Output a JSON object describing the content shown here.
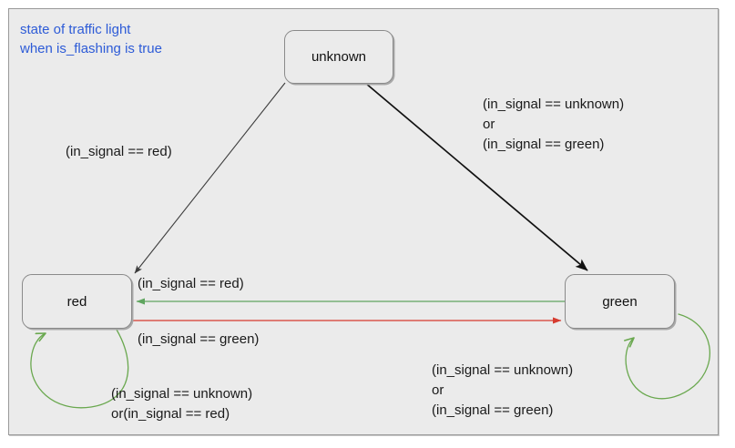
{
  "diagram": {
    "caption": "state of traffic light\nwhen is_flashing is true",
    "caption_color": "#2d5bd7",
    "background_color": "#ebebeb",
    "border_color": "#9a9a9a"
  },
  "states": [
    {
      "id": "unknown",
      "label": "unknown"
    },
    {
      "id": "red",
      "label": "red"
    },
    {
      "id": "green",
      "label": "green"
    }
  ],
  "transitions": [
    {
      "id": "unknown-to-red",
      "from": "unknown",
      "to": "red",
      "label": "(in_signal == red)",
      "color": "#3c3c3c"
    },
    {
      "id": "unknown-to-green",
      "from": "unknown",
      "to": "green",
      "label": "(in_signal == unknown)\nor\n(in_signal == green)",
      "color": "#111111"
    },
    {
      "id": "green-to-red",
      "from": "green",
      "to": "red",
      "label": "(in_signal == red)",
      "color": "#5fa55f"
    },
    {
      "id": "red-to-green",
      "from": "red",
      "to": "green",
      "label": "(in_signal == green)",
      "color": "#d63b2f"
    },
    {
      "id": "red-self-loop",
      "from": "red",
      "to": "red",
      "label": "(in_signal == unknown)\nor(in_signal == red)",
      "color": "#6aa84f"
    },
    {
      "id": "green-self-loop",
      "from": "green",
      "to": "green",
      "label": "(in_signal == unknown)\nor\n(in_signal == green)",
      "color": "#6aa84f"
    }
  ]
}
